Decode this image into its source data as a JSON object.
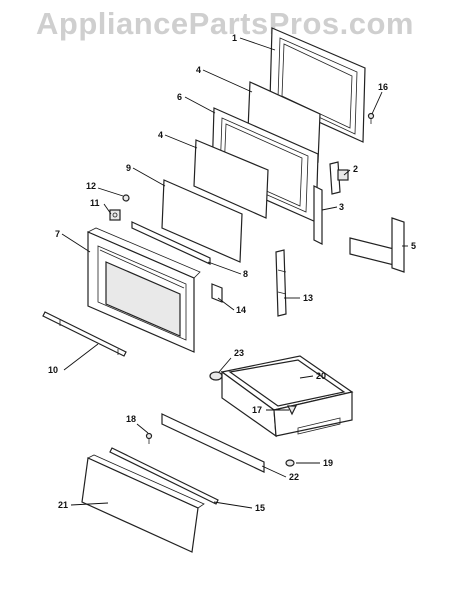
{
  "watermark": "AppliancePartsPros.com",
  "callouts": [
    {
      "id": "c1",
      "label": "1"
    },
    {
      "id": "c2",
      "label": "2"
    },
    {
      "id": "c3",
      "label": "3"
    },
    {
      "id": "c4a",
      "label": "4"
    },
    {
      "id": "c4b",
      "label": "4"
    },
    {
      "id": "c5",
      "label": "5"
    },
    {
      "id": "c6",
      "label": "6"
    },
    {
      "id": "c7",
      "label": "7"
    },
    {
      "id": "c8",
      "label": "8"
    },
    {
      "id": "c9",
      "label": "9"
    },
    {
      "id": "c10",
      "label": "10"
    },
    {
      "id": "c11",
      "label": "11"
    },
    {
      "id": "c12",
      "label": "12"
    },
    {
      "id": "c13",
      "label": "13"
    },
    {
      "id": "c14",
      "label": "14"
    },
    {
      "id": "c15",
      "label": "15"
    },
    {
      "id": "c16",
      "label": "16"
    },
    {
      "id": "c17",
      "label": "17"
    },
    {
      "id": "c18",
      "label": "18"
    },
    {
      "id": "c19",
      "label": "19"
    },
    {
      "id": "c20",
      "label": "20"
    },
    {
      "id": "c21",
      "label": "21"
    },
    {
      "id": "c22",
      "label": "22"
    },
    {
      "id": "c23",
      "label": "23"
    }
  ]
}
